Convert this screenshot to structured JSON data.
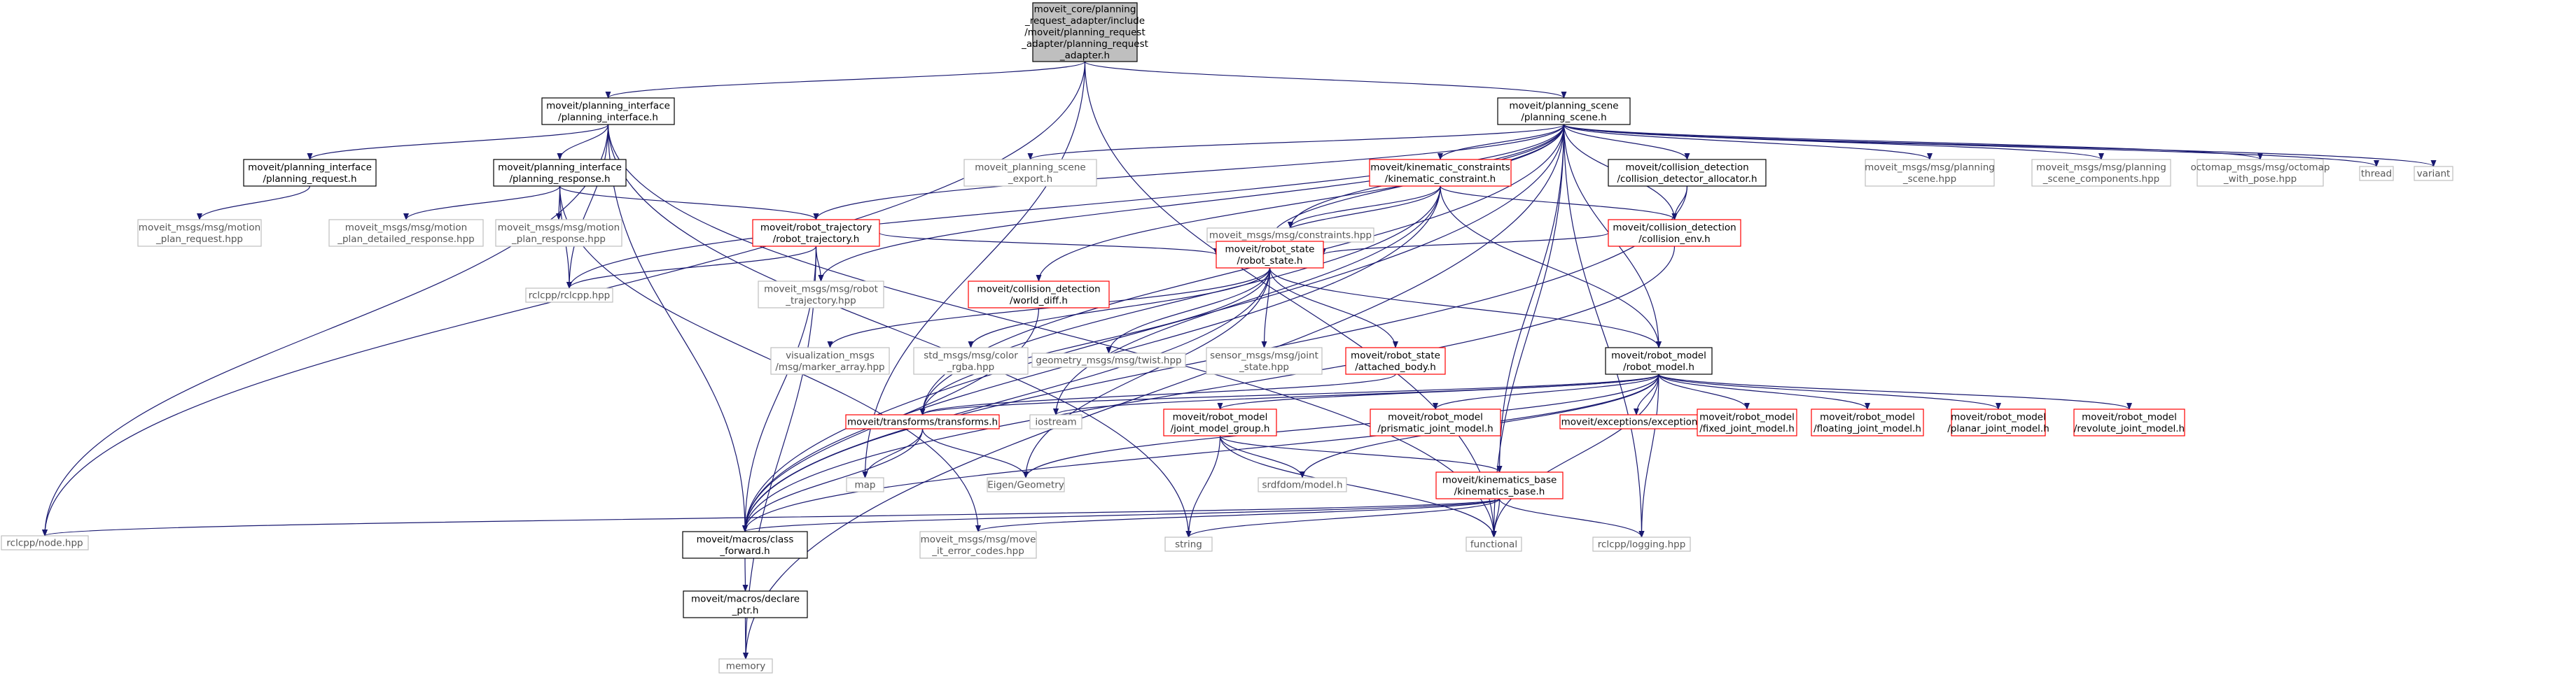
{
  "colors": {
    "root_fill": "#bfbfbf",
    "node_fill": "#ffffff",
    "border_documented": "#000000",
    "border_red": "#ff0000",
    "border_grey": "#bfbfbf",
    "edge_default": "#191970",
    "edge_dim": "#646464"
  },
  "nodes": [
    {
      "id": "root",
      "lines": [
        "moveit_core/planning",
        "_request_adapter/include",
        "/moveit/planning_request",
        "_adapter/planning_request",
        "_adapter.h"
      ],
      "style": "root"
    },
    {
      "id": "pi_iface",
      "lines": [
        "moveit/planning_interface",
        "/planning_interface.h"
      ],
      "style": "black"
    },
    {
      "id": "ps_scene",
      "lines": [
        "moveit/planning_scene",
        "/planning_scene.h"
      ],
      "style": "black"
    },
    {
      "id": "pi_request",
      "lines": [
        "moveit/planning_interface",
        "/planning_request.h"
      ],
      "style": "black"
    },
    {
      "id": "pi_response",
      "lines": [
        "moveit/planning_interface",
        "/planning_response.h"
      ],
      "style": "black"
    },
    {
      "id": "ps_export",
      "lines": [
        "moveit_planning_scene",
        "_export.h"
      ],
      "style": "grey"
    },
    {
      "id": "kin_constr",
      "lines": [
        "moveit/kinematic_constraints",
        "/kinematic_constraint.h"
      ],
      "style": "red"
    },
    {
      "id": "cd_alloc",
      "lines": [
        "moveit/collision_detection",
        "/collision_detector_allocator.h"
      ],
      "style": "black"
    },
    {
      "id": "msg_scene",
      "lines": [
        "moveit_msgs/msg/planning",
        "_scene.hpp"
      ],
      "style": "grey"
    },
    {
      "id": "msg_scene_comp",
      "lines": [
        "moveit_msgs/msg/planning",
        "_scene_components.hpp"
      ],
      "style": "grey"
    },
    {
      "id": "octomap",
      "lines": [
        "octomap_msgs/msg/octomap",
        "_with_pose.hpp"
      ],
      "style": "grey"
    },
    {
      "id": "thread",
      "lines": [
        "thread"
      ],
      "style": "grey"
    },
    {
      "id": "variant",
      "lines": [
        "variant"
      ],
      "style": "grey"
    },
    {
      "id": "msg_motion_req",
      "lines": [
        "moveit_msgs/msg/motion",
        "_plan_request.hpp"
      ],
      "style": "grey"
    },
    {
      "id": "msg_motion_det",
      "lines": [
        "moveit_msgs/msg/motion",
        "_plan_detailed_response.hpp"
      ],
      "style": "grey"
    },
    {
      "id": "msg_motion_resp",
      "lines": [
        "moveit_msgs/msg/motion",
        "_plan_response.hpp"
      ],
      "style": "grey"
    },
    {
      "id": "robot_traj",
      "lines": [
        "moveit/robot_trajectory",
        "/robot_trajectory.h"
      ],
      "style": "red"
    },
    {
      "id": "msg_constraints",
      "lines": [
        "moveit_msgs/msg/constraints.hpp"
      ],
      "style": "grey"
    },
    {
      "id": "collision_env",
      "lines": [
        "moveit/collision_detection",
        "/collision_env.h"
      ],
      "style": "red"
    },
    {
      "id": "rclcpp",
      "lines": [
        "rclcpp/rclcpp.hpp"
      ],
      "style": "grey"
    },
    {
      "id": "msg_robot_traj",
      "lines": [
        "moveit_msgs/msg/robot",
        "_trajectory.hpp"
      ],
      "style": "grey"
    },
    {
      "id": "world_diff",
      "lines": [
        "moveit/collision_detection",
        "/world_diff.h"
      ],
      "style": "red"
    },
    {
      "id": "robot_state",
      "lines": [
        "moveit/robot_state",
        "/robot_state.h"
      ],
      "style": "red"
    },
    {
      "id": "vis_marker",
      "lines": [
        "visualization_msgs",
        "/msg/marker_array.hpp"
      ],
      "style": "grey"
    },
    {
      "id": "color_rgba",
      "lines": [
        "std_msgs/msg/color",
        "_rgba.hpp"
      ],
      "style": "grey"
    },
    {
      "id": "twist",
      "lines": [
        "geometry_msgs/msg/twist.hpp"
      ],
      "style": "grey"
    },
    {
      "id": "joint_state",
      "lines": [
        "sensor_msgs/msg/joint",
        "_state.hpp"
      ],
      "style": "grey"
    },
    {
      "id": "attached_body",
      "lines": [
        "moveit/robot_state",
        "/attached_body.h"
      ],
      "style": "red"
    },
    {
      "id": "robot_model",
      "lines": [
        "moveit/robot_model",
        "/robot_model.h"
      ],
      "style": "black"
    },
    {
      "id": "transforms",
      "lines": [
        "moveit/transforms/transforms.h"
      ],
      "style": "red"
    },
    {
      "id": "iostream",
      "lines": [
        "iostream"
      ],
      "style": "grey"
    },
    {
      "id": "jmg",
      "lines": [
        "moveit/robot_model",
        "/joint_model_group.h"
      ],
      "style": "red"
    },
    {
      "id": "prismatic",
      "lines": [
        "moveit/robot_model",
        "/prismatic_joint_model.h"
      ],
      "style": "red"
    },
    {
      "id": "exceptions",
      "lines": [
        "moveit/exceptions/exceptions.h"
      ],
      "style": "red"
    },
    {
      "id": "fixed",
      "lines": [
        "moveit/robot_model",
        "/fixed_joint_model.h"
      ],
      "style": "red"
    },
    {
      "id": "floating",
      "lines": [
        "moveit/robot_model",
        "/floating_joint_model.h"
      ],
      "style": "red"
    },
    {
      "id": "planar",
      "lines": [
        "moveit/robot_model",
        "/planar_joint_model.h"
      ],
      "style": "red"
    },
    {
      "id": "revolute",
      "lines": [
        "moveit/robot_model",
        "/revolute_joint_model.h"
      ],
      "style": "red"
    },
    {
      "id": "map",
      "lines": [
        "map"
      ],
      "style": "grey"
    },
    {
      "id": "eigen",
      "lines": [
        "Eigen/Geometry"
      ],
      "style": "grey"
    },
    {
      "id": "srdfdom",
      "lines": [
        "srdfdom/model.h"
      ],
      "style": "grey"
    },
    {
      "id": "kin_base",
      "lines": [
        "moveit/kinematics_base",
        "/kinematics_base.h"
      ],
      "style": "red"
    },
    {
      "id": "rclcpp_node",
      "lines": [
        "rclcpp/node.hpp"
      ],
      "style": "grey"
    },
    {
      "id": "class_fwd",
      "lines": [
        "moveit/macros/class",
        "_forward.h"
      ],
      "style": "black"
    },
    {
      "id": "err_codes",
      "lines": [
        "moveit_msgs/msg/move",
        "_it_error_codes.hpp"
      ],
      "style": "grey"
    },
    {
      "id": "string",
      "lines": [
        "string"
      ],
      "style": "grey"
    },
    {
      "id": "functional",
      "lines": [
        "functional"
      ],
      "style": "grey"
    },
    {
      "id": "logging",
      "lines": [
        "rclcpp/logging.hpp"
      ],
      "style": "grey"
    },
    {
      "id": "declare_ptr",
      "lines": [
        "moveit/macros/declare",
        "_ptr.h"
      ],
      "style": "black"
    },
    {
      "id": "memory",
      "lines": [
        "memory"
      ],
      "style": "grey"
    }
  ],
  "edges": [
    [
      "root",
      "pi_iface"
    ],
    [
      "root",
      "ps_scene"
    ],
    [
      "root",
      "rclcpp_node"
    ],
    [
      "root",
      "map"
    ],
    [
      "root",
      "functional"
    ],
    [
      "pi_iface",
      "pi_request"
    ],
    [
      "pi_iface",
      "pi_response"
    ],
    [
      "pi_iface",
      "rclcpp"
    ],
    [
      "pi_iface",
      "rclcpp_node"
    ],
    [
      "pi_iface",
      "class_fwd"
    ],
    [
      "pi_iface",
      "string"
    ],
    [
      "pi_iface",
      "functional"
    ],
    [
      "pi_request",
      "msg_motion_req"
    ],
    [
      "pi_response",
      "msg_motion_det"
    ],
    [
      "pi_response",
      "msg_motion_resp"
    ],
    [
      "pi_response",
      "robot_traj"
    ],
    [
      "pi_response",
      "rclcpp"
    ],
    [
      "pi_response",
      "err_codes"
    ],
    [
      "ps_scene",
      "ps_export"
    ],
    [
      "ps_scene",
      "kin_constr"
    ],
    [
      "ps_scene",
      "cd_alloc"
    ],
    [
      "ps_scene",
      "msg_scene"
    ],
    [
      "ps_scene",
      "msg_scene_comp"
    ],
    [
      "ps_scene",
      "octomap"
    ],
    [
      "ps_scene",
      "thread"
    ],
    [
      "ps_scene",
      "variant"
    ],
    [
      "ps_scene",
      "robot_traj"
    ],
    [
      "ps_scene",
      "msg_constraints"
    ],
    [
      "ps_scene",
      "collision_env"
    ],
    [
      "ps_scene",
      "rclcpp"
    ],
    [
      "ps_scene",
      "msg_robot_traj"
    ],
    [
      "ps_scene",
      "world_diff"
    ],
    [
      "ps_scene",
      "robot_state"
    ],
    [
      "ps_scene",
      "robot_model"
    ],
    [
      "ps_scene",
      "transforms"
    ],
    [
      "ps_scene",
      "class_fwd"
    ],
    [
      "ps_scene",
      "memory"
    ],
    [
      "ps_scene",
      "kin_base"
    ],
    [
      "ps_scene",
      "logging"
    ],
    [
      "ps_scene",
      "functional"
    ],
    [
      "kin_constr",
      "msg_constraints"
    ],
    [
      "kin_constr",
      "collision_env"
    ],
    [
      "kin_constr",
      "robot_state"
    ],
    [
      "kin_constr",
      "robot_model"
    ],
    [
      "kin_constr",
      "transforms"
    ],
    [
      "kin_constr",
      "iostream"
    ],
    [
      "kin_constr",
      "class_fwd"
    ],
    [
      "cd_alloc",
      "collision_env"
    ],
    [
      "cd_alloc",
      "class_fwd"
    ],
    [
      "collision_env",
      "robot_state"
    ],
    [
      "collision_env",
      "class_fwd"
    ],
    [
      "robot_traj",
      "robot_state"
    ],
    [
      "robot_traj",
      "msg_robot_traj"
    ],
    [
      "robot_traj",
      "rclcpp"
    ],
    [
      "robot_traj",
      "class_fwd"
    ],
    [
      "robot_traj",
      "memory"
    ],
    [
      "world_diff",
      "class_fwd"
    ],
    [
      "robot_state",
      "vis_marker"
    ],
    [
      "robot_state",
      "color_rgba"
    ],
    [
      "robot_state",
      "twist"
    ],
    [
      "robot_state",
      "joint_state"
    ],
    [
      "robot_state",
      "attached_body"
    ],
    [
      "robot_state",
      "robot_model"
    ],
    [
      "robot_state",
      "transforms"
    ],
    [
      "robot_state",
      "eigen"
    ],
    [
      "robot_state",
      "class_fwd"
    ],
    [
      "attached_body",
      "transforms"
    ],
    [
      "robot_model",
      "transforms"
    ],
    [
      "robot_model",
      "iostream"
    ],
    [
      "robot_model",
      "jmg"
    ],
    [
      "robot_model",
      "prismatic"
    ],
    [
      "robot_model",
      "exceptions"
    ],
    [
      "robot_model",
      "fixed"
    ],
    [
      "robot_model",
      "floating"
    ],
    [
      "robot_model",
      "planar"
    ],
    [
      "robot_model",
      "revolute"
    ],
    [
      "robot_model",
      "eigen"
    ],
    [
      "robot_model",
      "srdfdom"
    ],
    [
      "robot_model",
      "class_fwd"
    ],
    [
      "robot_model",
      "logging"
    ],
    [
      "robot_model",
      "functional"
    ],
    [
      "transforms",
      "map"
    ],
    [
      "transforms",
      "eigen"
    ],
    [
      "transforms",
      "class_fwd"
    ],
    [
      "jmg",
      "srdfdom"
    ],
    [
      "jmg",
      "string"
    ],
    [
      "jmg",
      "kin_base"
    ],
    [
      "jmg",
      "functional"
    ],
    [
      "kin_base",
      "rclcpp_node"
    ],
    [
      "kin_base",
      "class_fwd"
    ],
    [
      "kin_base",
      "err_codes"
    ],
    [
      "kin_base",
      "string"
    ],
    [
      "kin_base",
      "functional"
    ],
    [
      "kin_base",
      "logging"
    ],
    [
      "class_fwd",
      "declare_ptr"
    ],
    [
      "declare_ptr",
      "memory"
    ]
  ]
}
